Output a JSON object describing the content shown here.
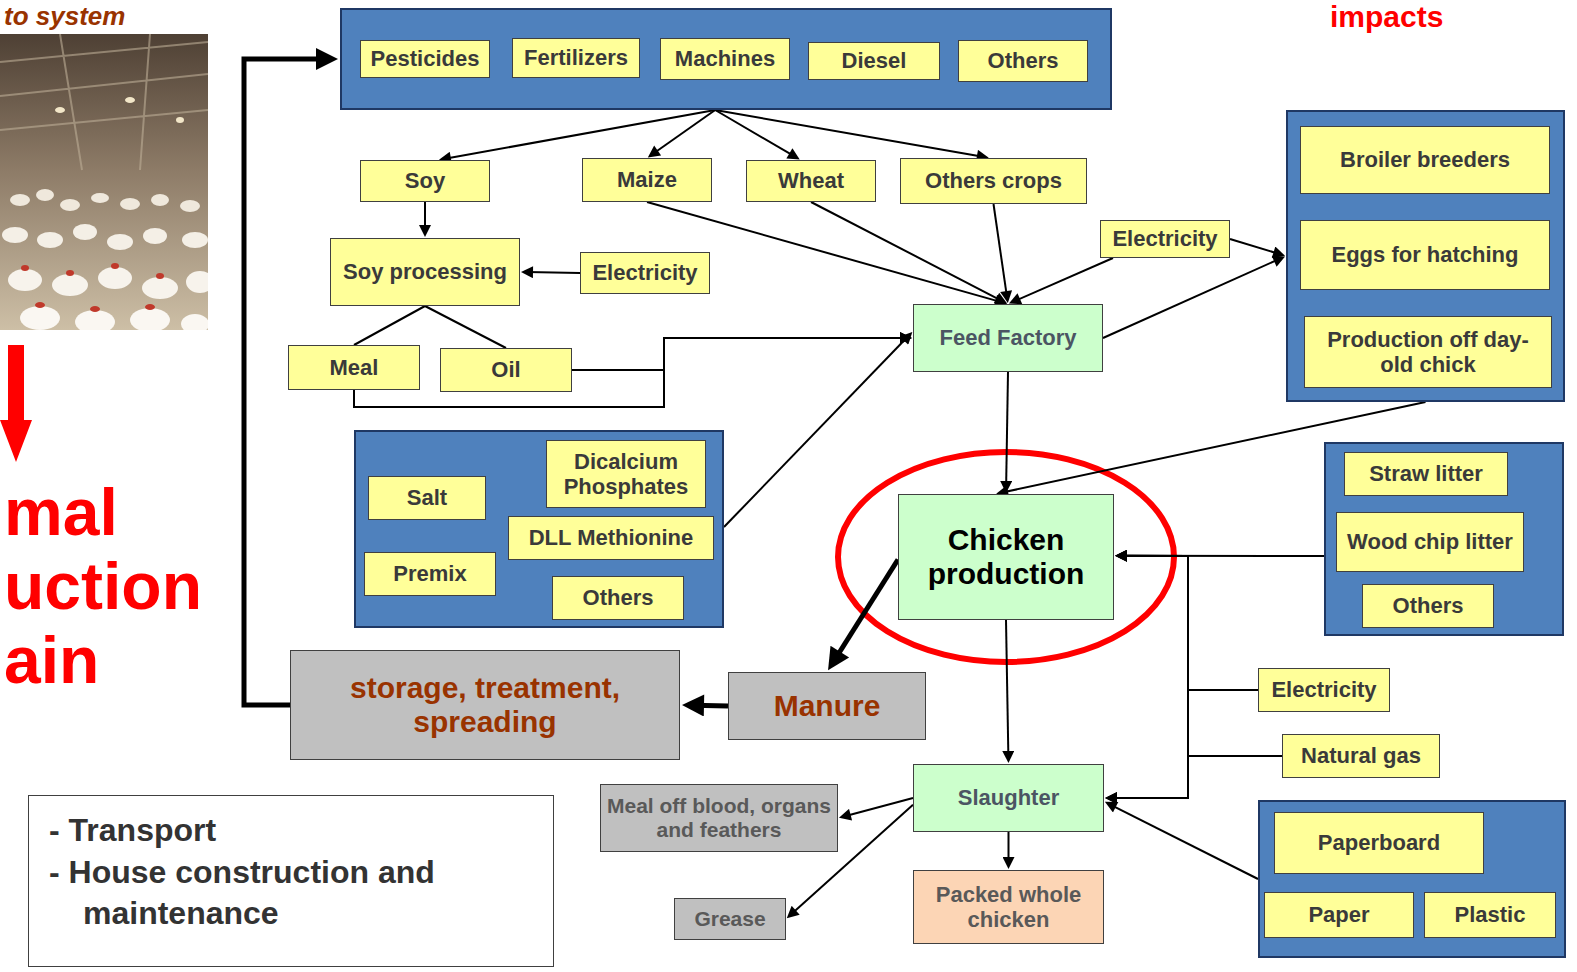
{
  "diagram": {
    "nodes": [
      {
        "text": []
      },
      {
        "text": [
          "Pesticides"
        ],
        "in": 0
      },
      {
        "text": [
          "Fertilizers"
        ],
        "in": 0
      },
      {
        "text": [
          "Machines"
        ],
        "in": 0
      },
      {
        "text": [
          "Diesel"
        ],
        "in": 0
      },
      {
        "text": [
          "Others"
        ],
        "in": 0
      },
      {
        "text": [
          "Soy"
        ]
      },
      {
        "text": [
          "Maize"
        ]
      },
      {
        "text": [
          "Wheat"
        ]
      },
      {
        "text": [
          "Others crops"
        ]
      },
      {
        "text": [
          "Soy processing"
        ]
      },
      {
        "text": [
          "Electricity"
        ]
      },
      {
        "text": [
          "Meal"
        ]
      },
      {
        "text": [
          "Oil"
        ]
      },
      {
        "text": [
          "Electricity"
        ]
      },
      {
        "text": [
          "Feed Factory"
        ]
      },
      {
        "text": []
      },
      {
        "text": [
          "Broiler breeders"
        ],
        "in": 16
      },
      {
        "text": [
          "Eggs for hatching"
        ],
        "in": 16
      },
      {
        "text": [
          "Production off day-old chick"
        ],
        "in": 16
      },
      {
        "text": []
      },
      {
        "text": [
          "Salt"
        ],
        "in": 20
      },
      {
        "text": [
          "Dicalcium Phosphates"
        ],
        "in": 20
      },
      {
        "text": [
          "DLL Methionine"
        ],
        "in": 20
      },
      {
        "text": [
          "Premix"
        ],
        "in": 20
      },
      {
        "text": [
          "Others"
        ],
        "in": 20
      },
      {
        "text": [
          "Chicken production"
        ]
      },
      {
        "text": []
      },
      {
        "text": [
          "Straw litter"
        ],
        "in": 27
      },
      {
        "text": [
          "Wood chip litter"
        ],
        "in": 27
      },
      {
        "text": [
          "Others"
        ],
        "in": 27
      },
      {
        "text": [
          "storage, treatment, spreading"
        ]
      },
      {
        "text": [
          "Manure"
        ]
      },
      {
        "text": [
          "Electricity"
        ]
      },
      {
        "text": [
          "Natural gas"
        ]
      },
      {
        "text": [
          "Slaughter"
        ]
      },
      {
        "text": [
          "Meal off blood, organs and feathers"
        ]
      },
      {
        "text": [
          "Grease"
        ]
      },
      {
        "text": [
          "Packed whole chicken"
        ]
      },
      {
        "text": []
      },
      {
        "text": [
          "Paperboard"
        ],
        "in": 39
      },
      {
        "text": [
          "Paper"
        ],
        "in": 39
      },
      {
        "text": [
          "Plastic"
        ],
        "in": 39
      },
      {
        "text": [
          "- Transport",
          "- House construction and maintenance"
        ]
      }
    ],
    "edges": [
      {
        "from": 0,
        "to": 6,
        "arrow": "to"
      },
      {
        "from": 0,
        "to": 7,
        "arrow": "to"
      },
      {
        "from": 0,
        "to": 8,
        "arrow": "to"
      },
      {
        "from": 0,
        "to": 9,
        "arrow": "to"
      },
      {
        "from": 6,
        "to": 10,
        "arrow": "to"
      },
      {
        "from": 11,
        "to": 10,
        "arrow": "to"
      },
      {
        "from": 10,
        "to": 12,
        "arrow": "none"
      },
      {
        "from": 10,
        "to": 13,
        "arrow": "none"
      },
      {
        "from": 12,
        "to": 15,
        "arrow": "to"
      },
      {
        "from": 13,
        "to": 15,
        "arrow": "to"
      },
      {
        "from": 7,
        "to": 15,
        "arrow": "to"
      },
      {
        "from": 8,
        "to": 15,
        "arrow": "to"
      },
      {
        "from": 9,
        "to": 15,
        "arrow": "to"
      },
      {
        "from": 14,
        "to": 15,
        "arrow": "to"
      },
      {
        "from": 20,
        "to": 15,
        "arrow": "to"
      },
      {
        "from": 15,
        "to": 16,
        "arrow": "to"
      },
      {
        "from": 14,
        "to": 16,
        "arrow": "to"
      },
      {
        "from": 15,
        "to": 26,
        "arrow": "to"
      },
      {
        "from": 16,
        "to": 26,
        "arrow": "to"
      },
      {
        "from": 27,
        "to": 26,
        "arrow": "to"
      },
      {
        "from": 33,
        "to": 26,
        "arrow": "to"
      },
      {
        "from": 33,
        "to": 35,
        "arrow": "to"
      },
      {
        "from": 34,
        "to": 26,
        "arrow": "to"
      },
      {
        "from": 34,
        "to": 35,
        "arrow": "to"
      },
      {
        "from": 26,
        "to": 35,
        "arrow": "to"
      },
      {
        "from": 26,
        "to": 32,
        "arrow": "to"
      },
      {
        "from": 32,
        "to": 31,
        "arrow": "to"
      },
      {
        "from": 31,
        "to": 0,
        "arrow": "to"
      },
      {
        "from": 35,
        "to": 36,
        "arrow": "to"
      },
      {
        "from": 35,
        "to": 37,
        "arrow": "to"
      },
      {
        "from": 35,
        "to": 38,
        "arrow": "to"
      },
      {
        "from": 39,
        "to": 35,
        "arrow": "to"
      }
    ],
    "labels": [
      "to system",
      "impacts",
      "mal uction ain"
    ]
  }
}
